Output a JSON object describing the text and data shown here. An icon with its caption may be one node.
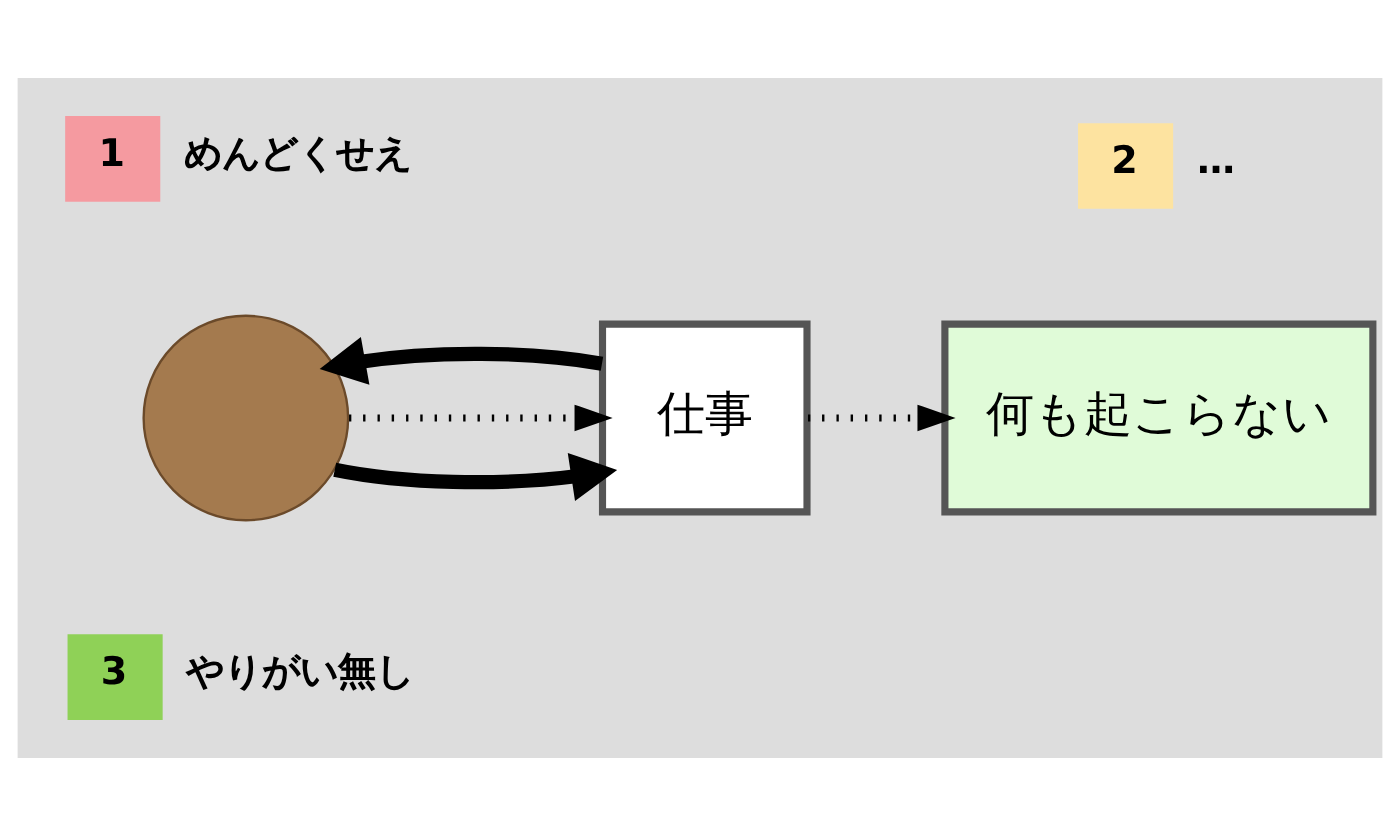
{
  "diagram": {
    "nodes": [
      {
        "text": [],
        "shape": "circle"
      },
      {
        "text": [
          "仕事"
        ]
      },
      {
        "text": [
          "何も起こらない"
        ]
      },
      {
        "text": [
          "1"
        ],
        "beside": [
          "めんどくせえ"
        ]
      },
      {
        "text": [
          "2"
        ],
        "beside": [
          "…"
        ]
      },
      {
        "text": [
          "3"
        ],
        "beside": [
          "やりがい無し"
        ]
      }
    ],
    "edges": [
      {
        "from": 0,
        "to": 1,
        "arrow": "to",
        "style": "thick"
      },
      {
        "from": 0,
        "to": 1,
        "arrow": "to",
        "style": "dashed"
      },
      {
        "from": 1,
        "to": 2,
        "arrow": "to",
        "style": "dashed"
      },
      {
        "from": 1,
        "to": 0,
        "arrow": "to",
        "style": "thick"
      }
    ]
  }
}
